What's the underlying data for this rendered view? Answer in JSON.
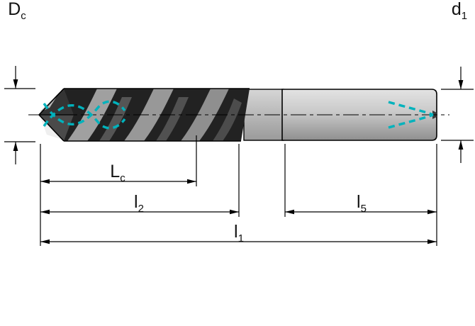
{
  "drawing": {
    "title": "drill-dimension-diagram",
    "labels": {
      "dc": {
        "main": "D",
        "sub": "c"
      },
      "d1": {
        "main": "d",
        "sub": "1"
      },
      "lc": {
        "main": "L",
        "sub": "c"
      },
      "l2": {
        "main": "l",
        "sub": "2"
      },
      "l5": {
        "main": "l",
        "sub": "5"
      },
      "l1": {
        "main": "l",
        "sub": "1"
      }
    },
    "colors": {
      "coolant": "#00b2bc",
      "flute_dark": "#222222",
      "shank_gray": "#c6c6c6",
      "outline": "#000000"
    }
  }
}
